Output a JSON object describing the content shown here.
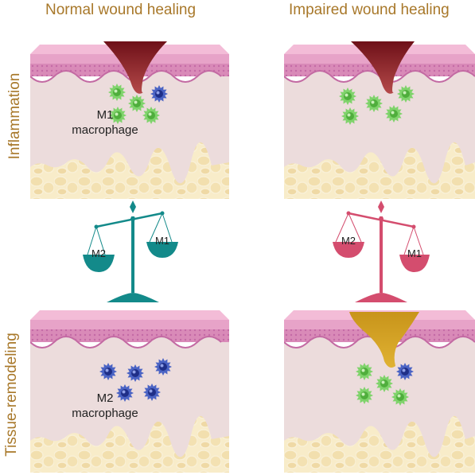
{
  "columns": {
    "normal": "Normal wound healing",
    "impaired": "Impaired wound healing"
  },
  "rows": {
    "inflammation": "Inflammation",
    "remodeling": "Tissue-remodeling"
  },
  "labels": {
    "m1_line1": "M1",
    "m1_line2": "macrophage",
    "m2_line1": "M2",
    "m2_line2": "macrophage"
  },
  "scales": {
    "left": {
      "pan_left": "M2",
      "pan_right": "M1",
      "heavier": "M2",
      "color": "#138a8a"
    },
    "right": {
      "pan_left": "M2",
      "pan_right": "M1",
      "heavier": "M1",
      "color": "#d44d6e"
    }
  },
  "colors": {
    "m1_cell": "#7fd36b",
    "m2_cell": "#4a63c4",
    "wound_inflamed": "#8a1e24",
    "wound_remodel": "#d4a221",
    "title_text": "#a8782a"
  }
}
